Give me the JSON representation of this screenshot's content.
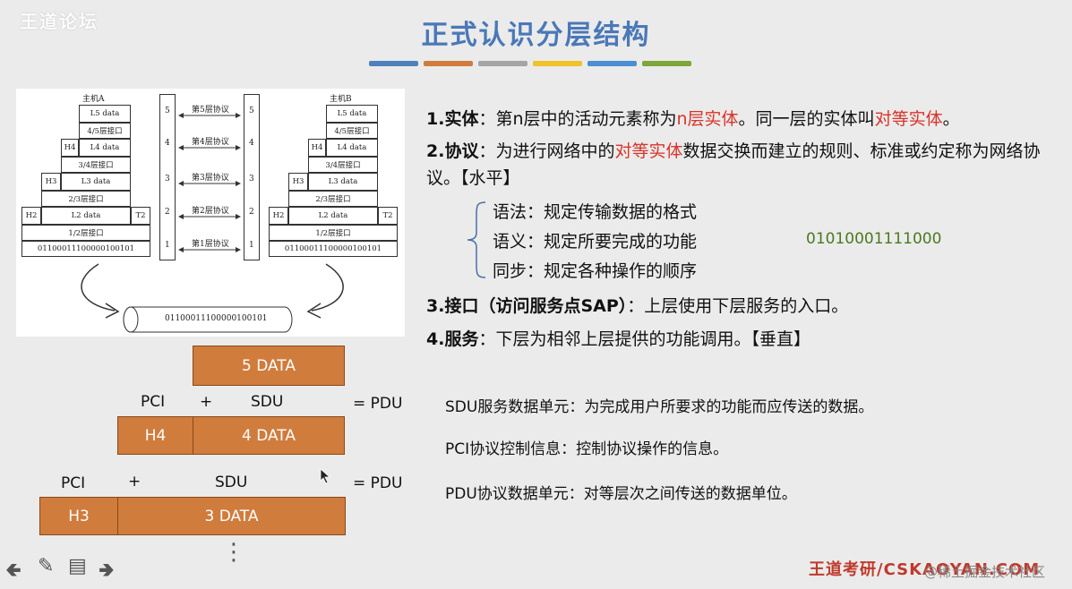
{
  "header": {
    "logo_left": "王道论坛",
    "title": "正式认识分层结构",
    "bar_colors": [
      "#4f81bd",
      "#d07c3d",
      "#a5a5a5",
      "#f0c22b",
      "#4a8fd4",
      "#7ea63a"
    ]
  },
  "diagram": {
    "host_a": "主机A",
    "host_b": "主机B",
    "stack": {
      "l5": "L5 data",
      "i45": "4/5层接口",
      "h4": "H4",
      "l4": "L4 data",
      "i34": "3/4层接口",
      "h3": "H3",
      "l3": "L3 data",
      "i23": "2/3层接口",
      "h2": "H2",
      "l2": "L2 data",
      "t2": "T2",
      "i12": "1/2层接口",
      "bits": "01100011100000100101"
    },
    "layers": [
      {
        "num": "5",
        "protocol": "第5层协议"
      },
      {
        "num": "4",
        "protocol": "第4层协议"
      },
      {
        "num": "3",
        "protocol": "第3层协议"
      },
      {
        "num": "2",
        "protocol": "第2层协议"
      },
      {
        "num": "1",
        "protocol": "第1层协议"
      }
    ],
    "pipe_bits": "01100011100000100101"
  },
  "points": {
    "p1_label": "1.实体",
    "p1_text_a": "：第n层中的活动元素称为",
    "p1_red_a": "n层实体",
    "p1_text_b": "。同一层的实体叫",
    "p1_red_b": "对等实体",
    "p1_end": "。",
    "p2_label": "2.协议",
    "p2_text_a": "：为进行网络中的",
    "p2_red": "对等实体",
    "p2_text_b": "数据交换而建立的规则、标准或约定称为网络协议。【水平】",
    "syntax": "语法：规定传输数据的格式",
    "semantics": "语义：规定所要完成的功能",
    "sync": "同步：规定各种操作的顺序",
    "binary": "01010001111000",
    "p3_label": "3.接口（访问服务点SAP）",
    "p3_text": "：上层使用下层服务的入口。",
    "p4_label": "4.服务",
    "p4_text": "：下层为相邻上层提供的功能调用。【垂直】"
  },
  "pdu": {
    "data5": "5 DATA",
    "pci": "PCI",
    "plus": "+",
    "sdu": "SDU",
    "eq_pdu": "= PDU",
    "h4": "H4",
    "data4": "4 DATA",
    "h3": "H3",
    "data3": "3 DATA"
  },
  "definitions": {
    "sdu": "SDU服务数据单元：为完成用户所要求的功能而应传送的数据。",
    "pci": "PCI协议控制信息：控制协议操作的信息。",
    "pdu": "PDU协议数据单元：对等层次之间传送的数据单位。"
  },
  "footer": {
    "logo_right": "王道考研/CSKAOYAN.COM",
    "watermark": "@稀土掘金技术社区"
  },
  "toolbar": [
    "arrow-left-icon",
    "pen-icon",
    "menu-icon",
    "arrow-right-icon",
    "more-icon"
  ]
}
